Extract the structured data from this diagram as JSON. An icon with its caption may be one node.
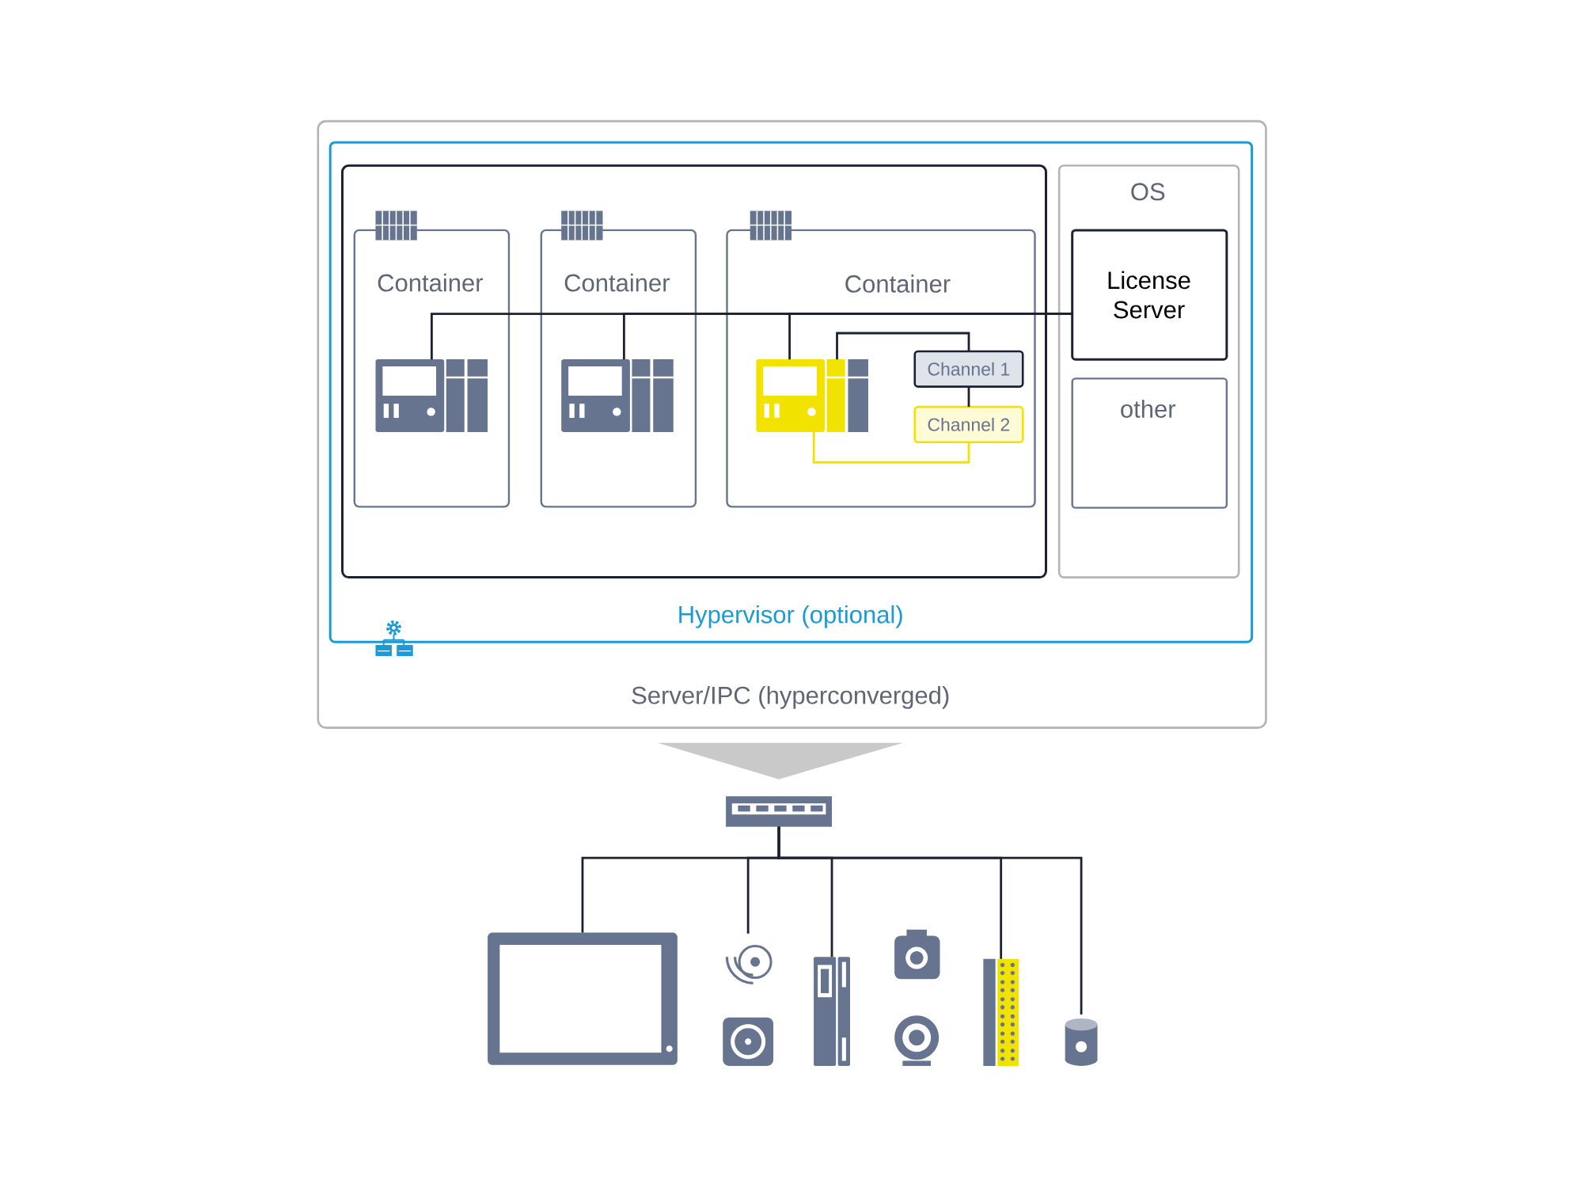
{
  "diagram": {
    "nodes": [
      {
        "text": [
          "Server/IPC (hyperconverged)"
        ]
      },
      {
        "text": [
          "Hypervisor (optional)"
        ],
        "in": 0
      },
      {
        "text": [],
        "shape": "box",
        "in": 1
      },
      {
        "text": [
          "Container"
        ],
        "in": 2
      },
      {
        "text": [
          "Container"
        ],
        "in": 2
      },
      {
        "text": [
          "Container"
        ],
        "in": 2
      },
      {
        "text": [],
        "shape": "picture",
        "in": 3
      },
      {
        "text": [],
        "shape": "picture",
        "in": 4
      },
      {
        "text": [],
        "shape": "picture",
        "in": 5
      },
      {
        "text": [
          "Channel 1"
        ],
        "in": 5
      },
      {
        "text": [
          "Channel 2"
        ],
        "in": 5
      },
      {
        "text": [
          "OS"
        ],
        "in": 1
      },
      {
        "text": [
          "License Server"
        ],
        "in": 11
      },
      {
        "text": [
          "other"
        ],
        "in": 11
      },
      {
        "text": [],
        "shape": "picture"
      },
      {
        "text": [],
        "shape": "picture"
      },
      {
        "text": [],
        "shape": "picture"
      },
      {
        "text": [],
        "shape": "picture"
      },
      {
        "text": [],
        "shape": "picture"
      },
      {
        "text": [],
        "shape": "picture"
      }
    ],
    "edges": [
      {
        "from": 0,
        "to": 14,
        "arrow": "to",
        "color": "#c9c9c9"
      },
      {
        "from": 12,
        "to": 6,
        "arrow": "none"
      },
      {
        "from": 12,
        "to": 7,
        "arrow": "none"
      },
      {
        "from": 12,
        "to": 8,
        "arrow": "none"
      },
      {
        "from": 8,
        "to": 9,
        "arrow": "none"
      },
      {
        "from": 9,
        "to": 10,
        "arrow": "none"
      },
      {
        "from": 10,
        "to": 8,
        "arrow": "none",
        "color": "#f2e200"
      },
      {
        "from": 14,
        "to": 15,
        "arrow": "none"
      },
      {
        "from": 14,
        "to": 16,
        "arrow": "none"
      },
      {
        "from": 14,
        "to": 17,
        "arrow": "none"
      },
      {
        "from": 14,
        "to": 18,
        "arrow": "none"
      },
      {
        "from": 14,
        "to": 19,
        "arrow": "none"
      }
    ]
  }
}
